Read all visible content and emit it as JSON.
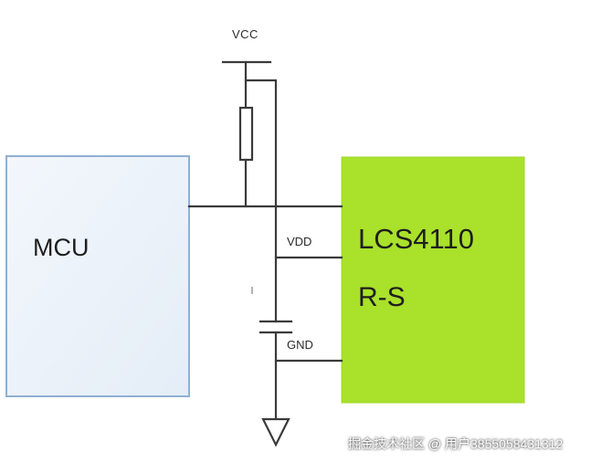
{
  "diagram": {
    "labels": {
      "vcc": "VCC",
      "vdd": "VDD",
      "gnd": "GND"
    },
    "mcu": {
      "label": "MCU"
    },
    "chip": {
      "line1": "LCS4110",
      "line2": "R-S"
    },
    "colors": {
      "chip_fill": "#a9e12b",
      "mcu_border": "#8fb0d4",
      "wire": "#3a3a3a"
    }
  },
  "watermark": "掘金技术社区 @ 用户3855058431312"
}
